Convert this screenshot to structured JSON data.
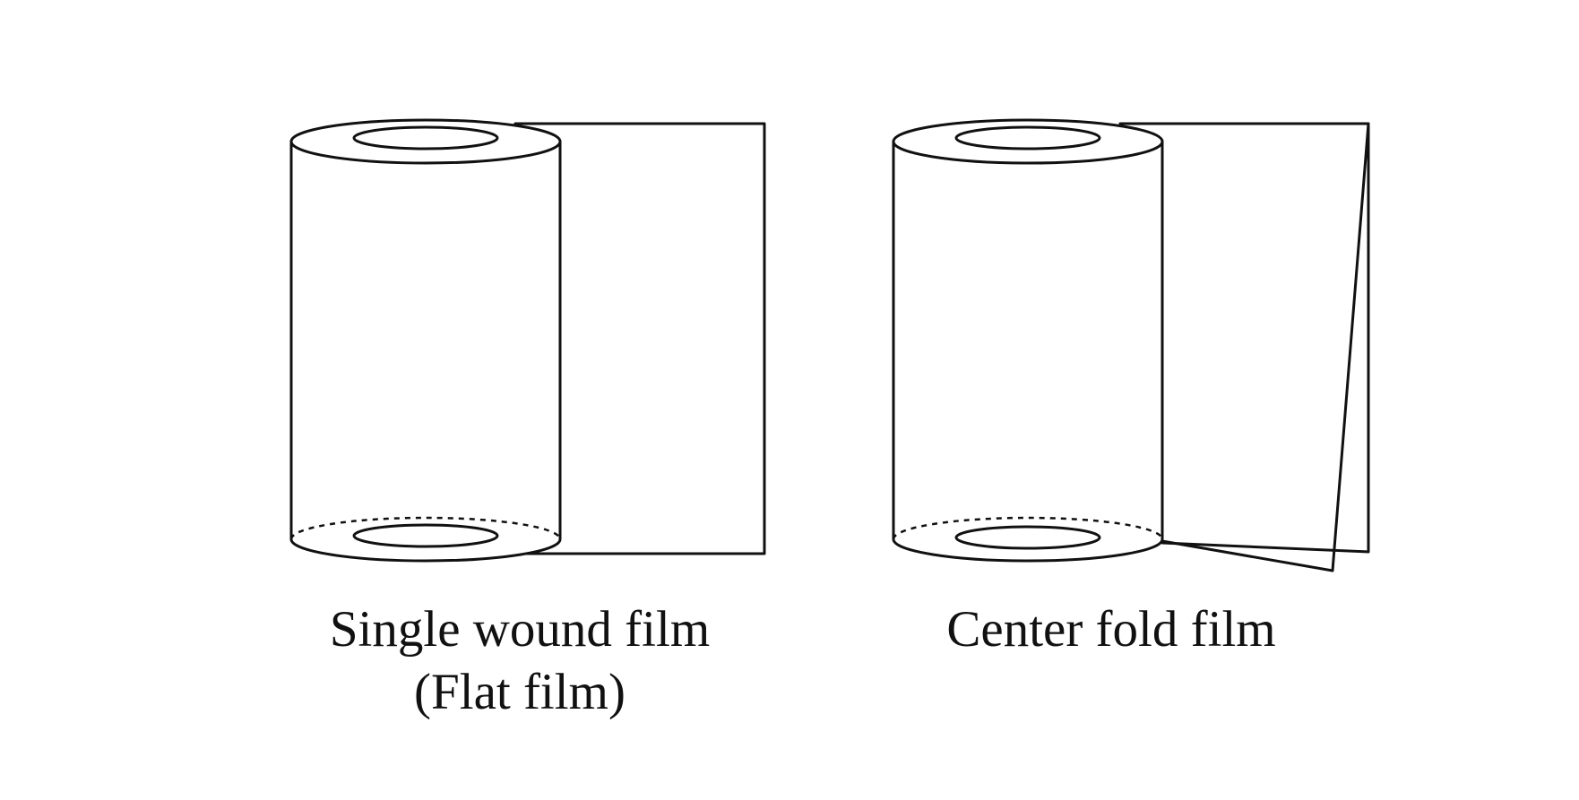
{
  "figures": [
    {
      "id": "single-wound",
      "caption_line1": "Single wound film",
      "caption_line2": "(Flat film)"
    },
    {
      "id": "center-fold",
      "caption_line1": "Center fold film",
      "caption_line2": ""
    }
  ],
  "colors": {
    "stroke": "#111111",
    "background": "#ffffff"
  }
}
